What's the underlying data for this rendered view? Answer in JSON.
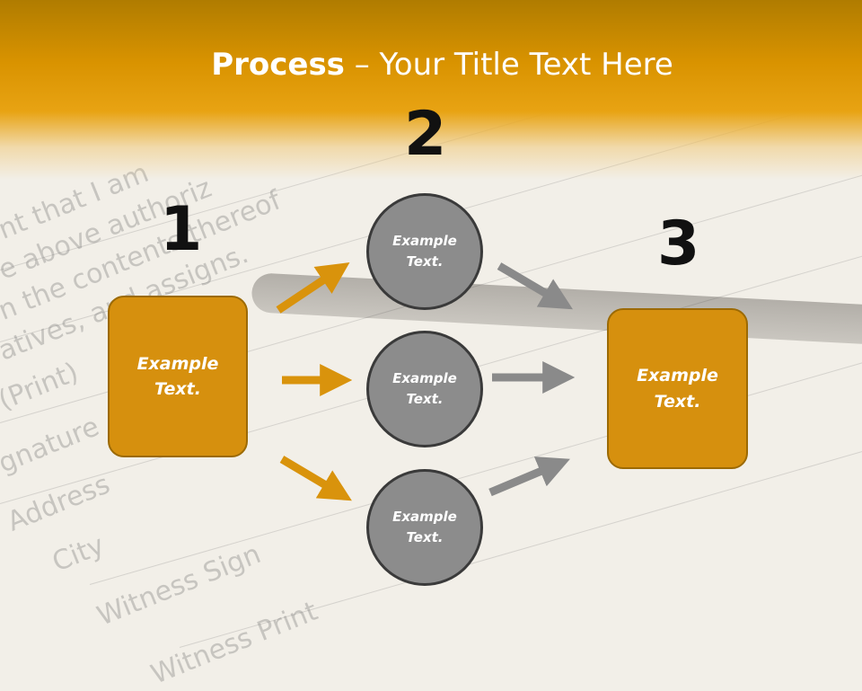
{
  "title": {
    "bold": "Process",
    "rest": " – Your Title Text Here"
  },
  "steps": {
    "one": "1",
    "two": "2",
    "three": "3"
  },
  "left_box": {
    "line1": "Example",
    "line2": "Text."
  },
  "right_box": {
    "line1": "Example",
    "line2": "Text."
  },
  "circles": [
    {
      "line1": "Example",
      "line2": "Text."
    },
    {
      "line1": "Example",
      "line2": "Text."
    },
    {
      "line1": "Example",
      "line2": "Text."
    }
  ],
  "colors": {
    "accent": "#d6900e",
    "circle": "#8c8c8c",
    "arrow_orange": "#d9930c",
    "arrow_gray": "#8a8a8a"
  }
}
